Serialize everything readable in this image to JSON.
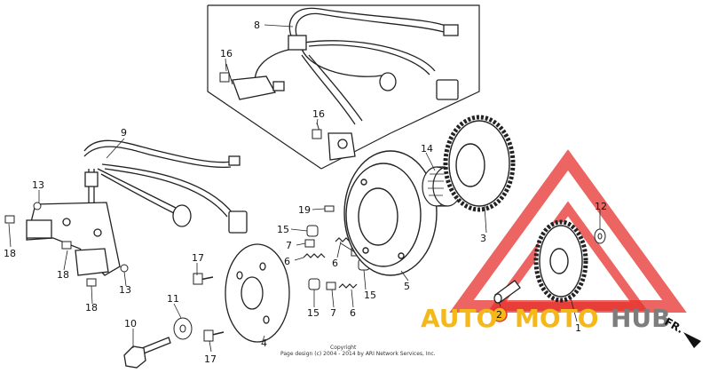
{
  "callouts": [
    {
      "id": "c1",
      "text": "1"
    },
    {
      "id": "c2",
      "text": "2"
    },
    {
      "id": "c3",
      "text": "3"
    },
    {
      "id": "c4",
      "text": "4"
    },
    {
      "id": "c5",
      "text": "5"
    },
    {
      "id": "c6a",
      "text": "6"
    },
    {
      "id": "c6b",
      "text": "6"
    },
    {
      "id": "c6c",
      "text": "6"
    },
    {
      "id": "c7a",
      "text": "7"
    },
    {
      "id": "c7b",
      "text": "7"
    },
    {
      "id": "c8",
      "text": "8"
    },
    {
      "id": "c9",
      "text": "9"
    },
    {
      "id": "c10",
      "text": "10"
    },
    {
      "id": "c11",
      "text": "11"
    },
    {
      "id": "c12",
      "text": "12"
    },
    {
      "id": "c13a",
      "text": "13"
    },
    {
      "id": "c13b",
      "text": "13"
    },
    {
      "id": "c14",
      "text": "14"
    },
    {
      "id": "c15a",
      "text": "15"
    },
    {
      "id": "c15b",
      "text": "15"
    },
    {
      "id": "c15c",
      "text": "15"
    },
    {
      "id": "c16a",
      "text": "16"
    },
    {
      "id": "c16b",
      "text": "16"
    },
    {
      "id": "c17a",
      "text": "17"
    },
    {
      "id": "c17b",
      "text": "17"
    },
    {
      "id": "c18a",
      "text": "18"
    },
    {
      "id": "c18b",
      "text": "18"
    },
    {
      "id": "c18c",
      "text": "18"
    },
    {
      "id": "c19",
      "text": "19"
    }
  ],
  "watermark": {
    "auto": "AUTO",
    "moto": "MOTO",
    "hub": "HUB",
    "colors": {
      "auto": "#f5b81a",
      "moto": "#f5b81a",
      "hub": "#7d7d7d",
      "triangle": "#e5312e"
    }
  },
  "direction_marker": "FR.",
  "copyright_line1": "Copyright",
  "copyright_line2": "Page design (c) 2004 - 2014 by ARI Network Services, Inc."
}
